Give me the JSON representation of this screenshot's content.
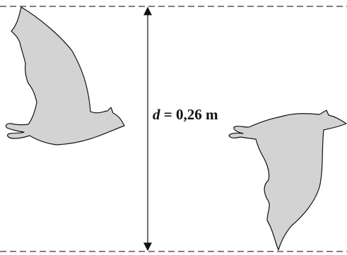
{
  "diagram": {
    "dimension": {
      "variable": "d",
      "equals": "=",
      "value": "0,26",
      "unit": "m"
    },
    "colors": {
      "line": "#555555",
      "arrow": "#111111",
      "bat_fill": "#d3d3d3",
      "bat_outline": "#111111"
    }
  }
}
